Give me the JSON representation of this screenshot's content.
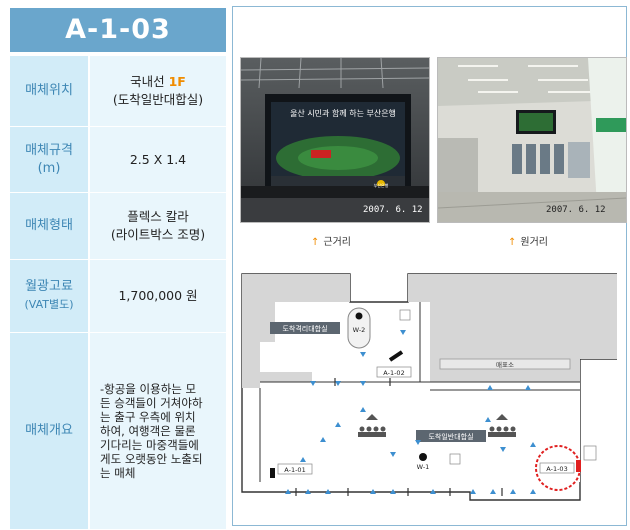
{
  "title": "A-1-03",
  "rows": [
    {
      "label": [
        "매체위치"
      ],
      "value_prefix": "국내선 ",
      "value_accent": "1F",
      "value_line2": "(도착일반대합실)"
    },
    {
      "label": [
        "매체규격",
        "(m)"
      ],
      "value": [
        "2.5 X 1.4"
      ]
    },
    {
      "label": [
        "매체형태"
      ],
      "value": [
        "플렉스 칼라",
        "(라이트박스 조명)"
      ]
    },
    {
      "label": [
        "월광고료",
        "(VAT별도)"
      ],
      "value": [
        "1,700,000 원"
      ]
    },
    {
      "label": [
        "매체개요"
      ],
      "value": [
        "-항공을 이용하는 모",
        "든 승객들이 거쳐야하",
        "는 출구 우측에 위치",
        "하여, 여행객은 물론",
        "기다리는 마중객들에",
        "게도 오랫동안 노출되",
        "는 매체"
      ]
    }
  ],
  "photos": [
    {
      "date": "2007. 6. 12",
      "caption": "근거리",
      "billboard_text": "울산 시민과 함께 하는 부산은행",
      "sub_text": "부산은행"
    },
    {
      "date": "2007. 6. 12",
      "caption": "원거리"
    }
  ],
  "map": {
    "labels": {
      "hall_arrival": "도착격리대합실",
      "hall_general": "도착일반대합실",
      "ticket": "매표소",
      "w2": "W-2",
      "w1": "W-1",
      "a102": "A-1-02",
      "a101": "A-1-01",
      "a103": "A-1-03"
    }
  },
  "colors": {
    "header": "#6aa6cc",
    "label_bg": "#d2ecf8",
    "value_bg": "#e9f6fc",
    "accent": "#f08c00",
    "highlight": "#e02020"
  }
}
